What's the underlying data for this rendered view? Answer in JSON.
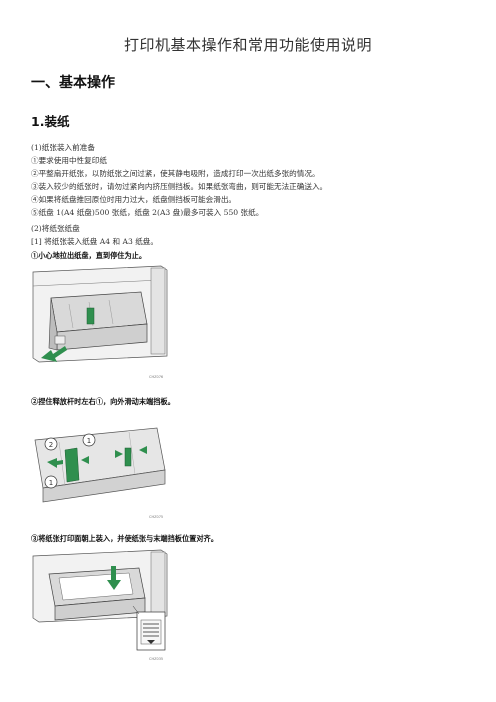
{
  "doc_title": "打印机基本操作和常用功能使用说明",
  "section1_heading": "一、基本操作",
  "subsection_heading": "1.装纸",
  "prep": {
    "heading": "(1)纸张装入前准备",
    "items": [
      "①要求使用中性复印纸",
      "②平整扇开纸张，以防纸张之间过紧，使其静电吸附，造成打印一次出纸多张的情况。",
      "③装入较少的纸张时，请勿过紧向内挤压侧挡板。如果纸张弯曲，则可能无法正确送入。",
      "④如果将纸盘推回原位时用力过大，纸盘侧挡板可能会滑出。",
      "⑤纸盘 1(A4 纸盘)500 张纸，纸盘 2(A3 盘)最多可装入 550 张纸。"
    ]
  },
  "tray": {
    "heading": "(2)将纸张纸盘",
    "sub": "[1]  将纸张装入纸盘 A4 和 A3 纸盘。"
  },
  "steps": [
    "①小心地拉出纸盘，直到停住为止。",
    "②捏住释放杆时左右①，向外滑动末端挡板。",
    "③将纸张打印面朝上装入，并使纸张与末端挡板位置对齐。"
  ],
  "figure_codes": [
    "CHZ076",
    "CHZ075",
    "CHZ035"
  ],
  "figure_markers": [
    "2",
    "1",
    "1"
  ],
  "accent_color": "#2f8f4e"
}
